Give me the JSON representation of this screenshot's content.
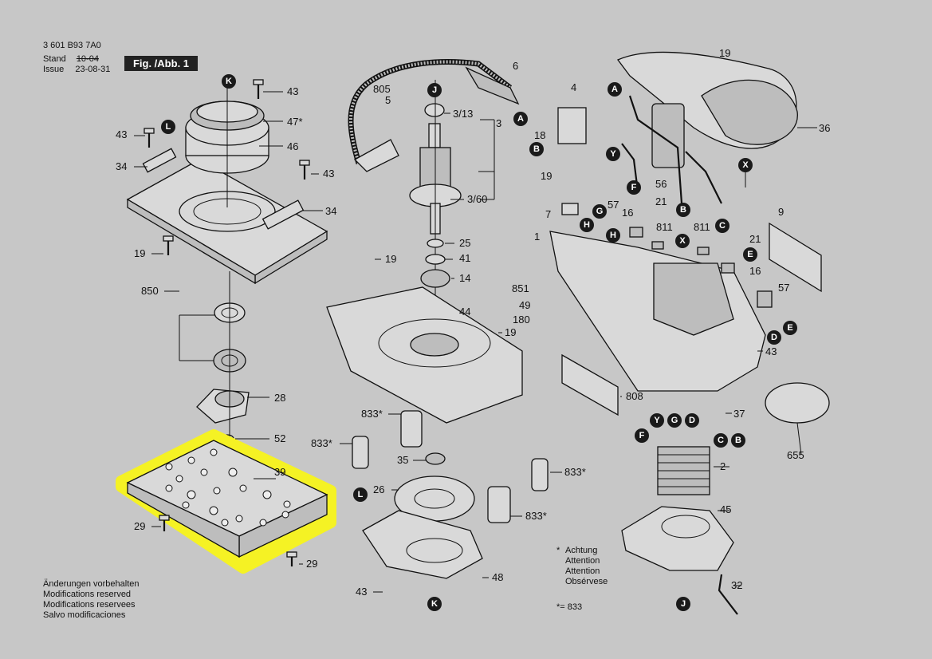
{
  "header": {
    "doc_number": "3 601 B93 7A0",
    "stand_label": "Stand",
    "stand_value": "10-04",
    "issue_label": "Issue",
    "issue_value": "23-08-31",
    "figure_label": "Fig. /Abb. 1"
  },
  "notes_left": [
    "Änderungen vorbehalten",
    "Modifications reserved",
    "Modifications reservees",
    "Salvo modificaciones"
  ],
  "notes_right": {
    "star": "*",
    "lines": [
      "Achtung",
      "Attention",
      "Attention",
      "Obsérvese"
    ],
    "equation": "*= 833"
  },
  "part_labels": {
    "p805": "805",
    "p5": "5",
    "p6": "6",
    "p4": "4",
    "p3_13": "3/13",
    "p3": "3",
    "p3_60": "3/60",
    "p18": "18",
    "p19_top": "19",
    "p36": "36",
    "p56": "56",
    "p57_a": "57",
    "p57_b": "57",
    "p19_mid": "19",
    "p21_a": "21",
    "p21_b": "21",
    "p16_a": "16",
    "p16_b": "16",
    "p811_a": "811",
    "p811_b": "811",
    "p9": "9",
    "p7": "7",
    "p1": "1",
    "p851": "851",
    "p49": "49",
    "p180": "180",
    "p43_r": "43",
    "p808": "808",
    "p37": "37",
    "p655": "655",
    "p2": "2",
    "p45": "45",
    "p32": "32",
    "p43_a": "43",
    "p47": "47*",
    "p46": "46",
    "p43_b": "43",
    "p43_c": "43",
    "p34_a": "34",
    "p34_b": "34",
    "p19_l": "19",
    "p850": "850",
    "p28": "28",
    "p52": "52",
    "p39": "39",
    "p29_a": "29",
    "p29_b": "29",
    "p19_c": "19",
    "p25": "25",
    "p41": "41",
    "p14": "14",
    "p44": "44",
    "p19_d": "19",
    "p833_a": "833*",
    "p833_b": "833*",
    "p35": "35",
    "p26": "26",
    "p833_c": "833*",
    "p833_d": "833*",
    "p48": "48",
    "p43_d": "43"
  },
  "letter_markers": [
    "K",
    "L",
    "J",
    "A",
    "B",
    "Y",
    "F",
    "G",
    "H",
    "X",
    "C",
    "E",
    "D"
  ],
  "highlight_color": "#f5f224",
  "marker_color": "#1a1a1a"
}
